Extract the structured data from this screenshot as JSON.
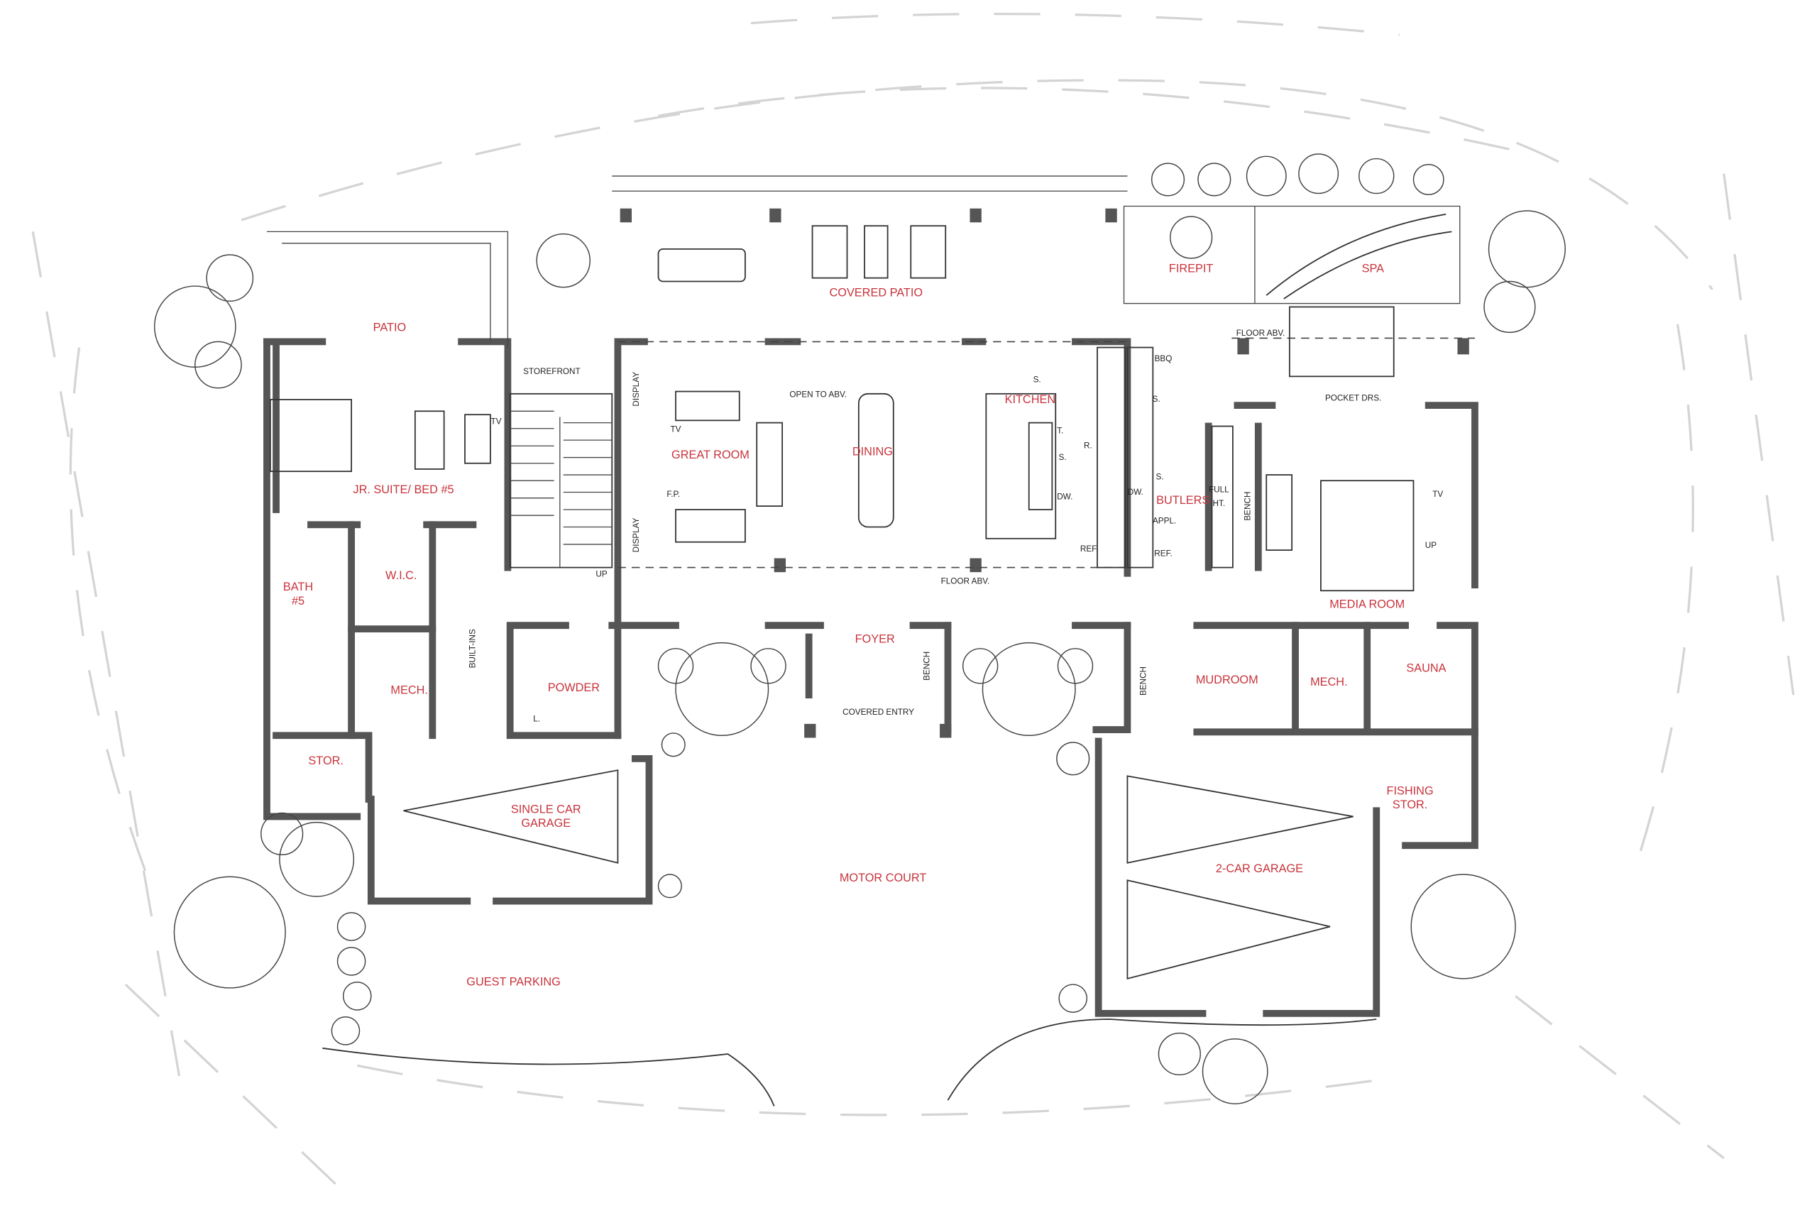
{
  "rooms": {
    "patio": "PATIO",
    "jr_suite": "JR. SUITE/ BED #5",
    "bath_line1": "BATH",
    "bath_line2": "#5",
    "wic": "W.I.C.",
    "mech_west": "MECH.",
    "stor": "STOR.",
    "powder": "POWDER",
    "single_garage_line1": "SINGLE CAR",
    "single_garage_line2": "GARAGE",
    "great_room": "GREAT ROOM",
    "dining": "DINING",
    "covered_patio": "COVERED PATIO",
    "kitchen": "KITCHEN",
    "firepit": "FIREPIT",
    "spa": "SPA",
    "butlers": "BUTLERS",
    "media_room": "MEDIA ROOM",
    "foyer": "FOYER",
    "mudroom": "MUDROOM",
    "mech_east": "MECH.",
    "sauna": "SAUNA",
    "fishing_line1": "FISHING",
    "fishing_line2": "STOR.",
    "two_car_garage": "2-CAR GARAGE",
    "motor_court": "MOTOR COURT",
    "guest_parking": "GUEST PARKING"
  },
  "notes": {
    "storefront": "STOREFRONT",
    "display_upper": "DISPLAY",
    "display_lower": "DISPLAY",
    "tv_suite": "TV",
    "tv_great": "TV",
    "fp": "F.P.",
    "open_to_abv": "OPEN TO ABV.",
    "up_stair": "UP",
    "built_ins": "BUILT-INS",
    "floor_abv_main": "FLOOR ABV.",
    "covered_entry": "COVERED ENTRY",
    "bench_foyer": "BENCH",
    "bench_entry_east": "BENCH",
    "bbq": "BBQ",
    "s_bbq": "S.",
    "s_kitchen_top": "S.",
    "t_island": "T.",
    "r_range": "R.",
    "s_island": "S.",
    "dw_island": "DW.",
    "dw_butler": "DW.",
    "s_butler": "S.",
    "appl": "APPL.",
    "ref_kitchen": "REF.",
    "ref_butler": "REF.",
    "full_ht_line1": "FULL",
    "full_ht_line2": "HT.",
    "bench_media": "BENCH",
    "floor_abv_east": "FLOOR ABV.",
    "pocket_drs": "POCKET DRS.",
    "tv_media": "TV",
    "up_media": "UP",
    "l_powder": "L."
  },
  "colors": {
    "room_label": "#c8343c",
    "wall": "#555555",
    "ink": "#333333"
  }
}
